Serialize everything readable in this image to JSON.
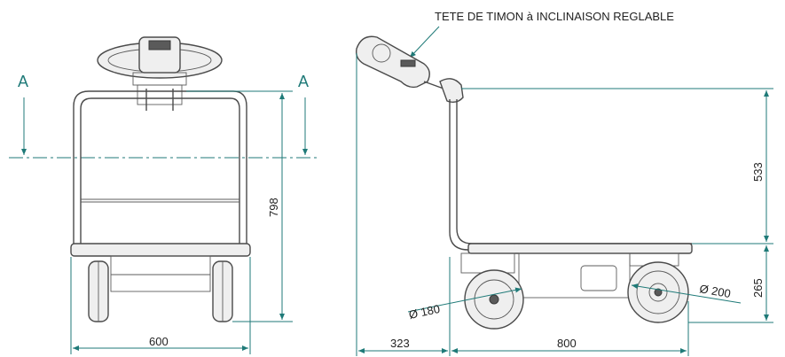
{
  "section": {
    "left_label": "A",
    "right_label": "A"
  },
  "front_view": {
    "height_dim": "798",
    "width_dim": "600"
  },
  "side_view": {
    "callout": "TETE DE TIMON à INCLINAISON REGLABLE",
    "handle_height_dim": "533",
    "deck_height_dim": "265",
    "wheel_small_dim": "Ø 180",
    "wheel_large_dim": "Ø 200",
    "overhang_dim": "323",
    "length_dim": "800"
  },
  "colors": {
    "dimension": "#1f7a78",
    "outline": "#4a4a4a"
  }
}
